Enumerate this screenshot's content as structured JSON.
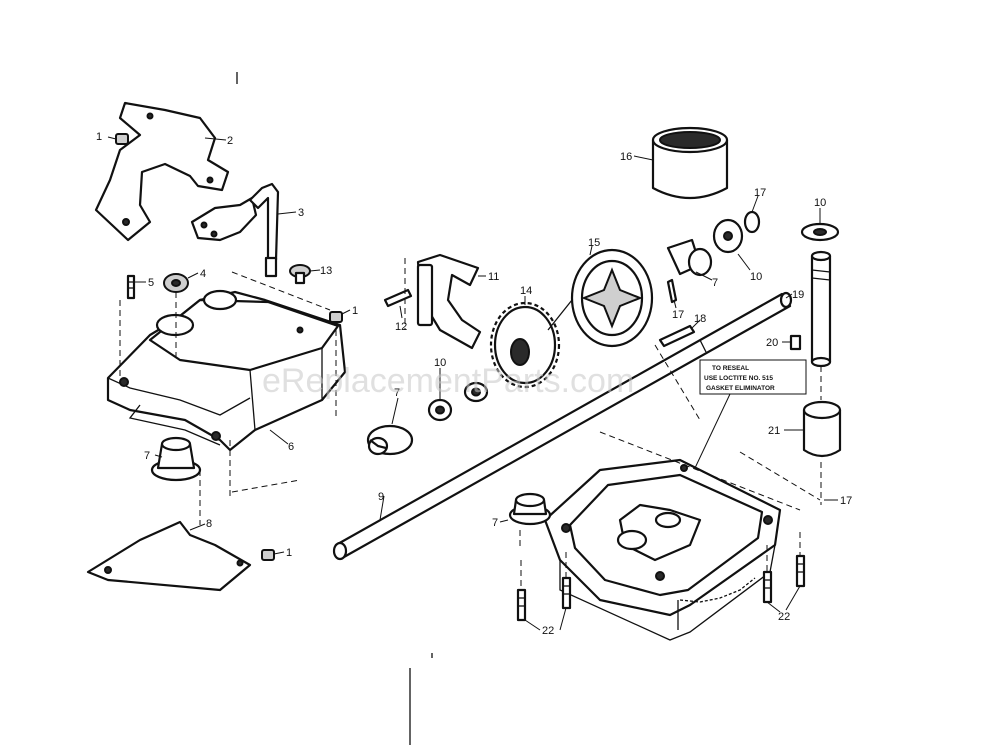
{
  "watermark": "eReplacementParts.com",
  "note": {
    "line1": "TO RESEAL",
    "line2": "USE LOCTITE NO. 515",
    "line3": "GASKET ELIMINATOR"
  },
  "callouts": {
    "c1a": "1",
    "c2": "2",
    "c3": "3",
    "c13": "13",
    "c5": "5",
    "c4": "4",
    "c1b": "1",
    "c6": "6",
    "c7a": "7",
    "c8": "8",
    "c1c": "1",
    "c12": "12",
    "c11": "11",
    "c7b": "7",
    "c10a": "10",
    "c14": "14",
    "c15": "15",
    "c16": "16",
    "c17a": "17",
    "c10b": "10",
    "c7c": "7",
    "c17b": "17",
    "c18": "18",
    "c19": "19",
    "c10c": "10",
    "c20": "20",
    "c21": "21",
    "c17c": "17",
    "c9": "9",
    "c7d": "7",
    "c22a": "22",
    "c22b": "22"
  }
}
